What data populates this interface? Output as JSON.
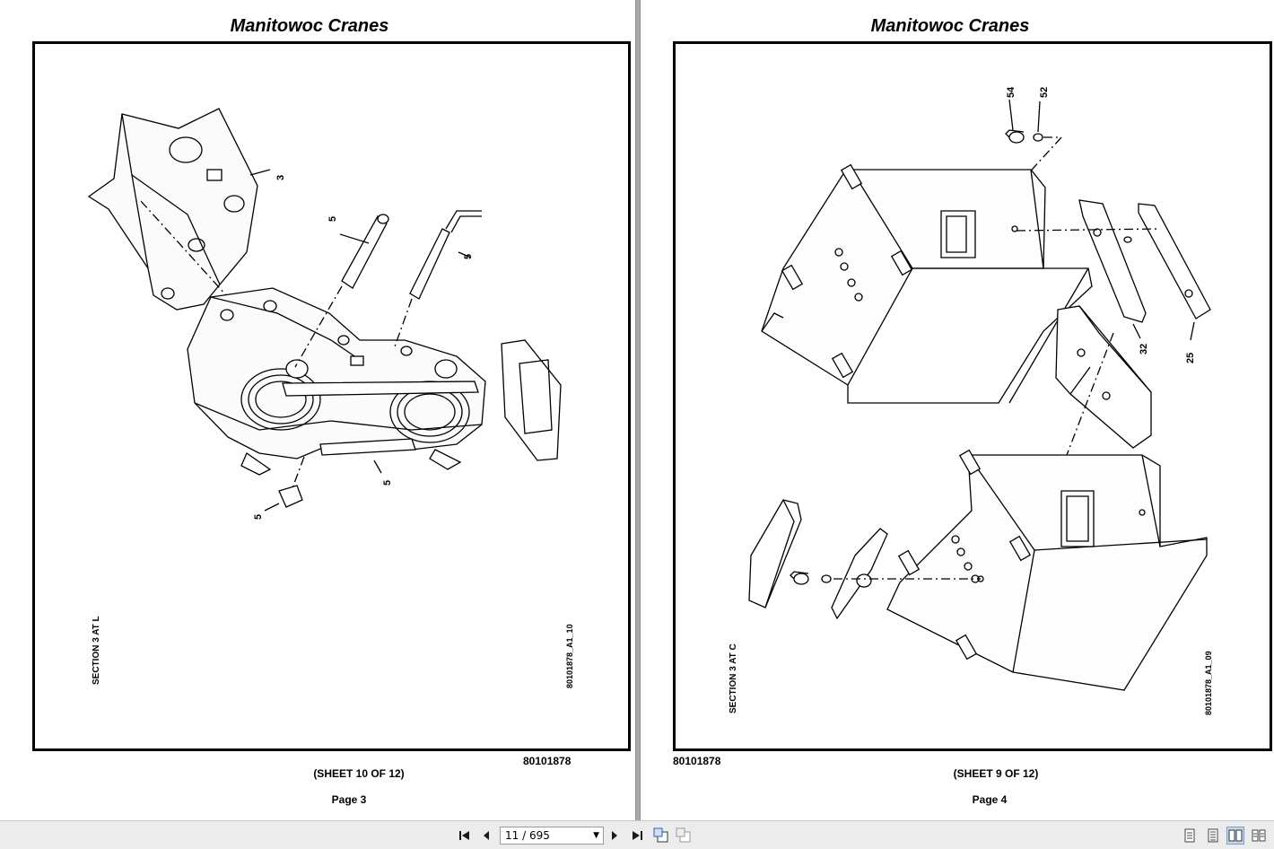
{
  "left_page": {
    "title": "Manitowoc Cranes",
    "section_label": "SECTION 3 AT L",
    "drawing_id": "80101878_A1_10",
    "doc_number": "80101878",
    "sheet": "(SHEET 10 OF 12)",
    "page": "Page 3",
    "callouts": [
      "3",
      "5",
      "5",
      "5",
      "5"
    ]
  },
  "right_page": {
    "title": "Manitowoc Cranes",
    "section_label": "SECTION 3 AT C",
    "drawing_id": "80101878_A1_09",
    "doc_number": "80101878",
    "sheet": "(SHEET 9 OF 12)",
    "page": "Page 4",
    "callouts": [
      "54",
      "52",
      "32",
      "25"
    ]
  },
  "toolbar": {
    "page_indicator": "11 / 695",
    "first_icon": "first-page-icon",
    "prev_icon": "previous-page-icon",
    "next_icon": "next-page-icon",
    "last_icon": "last-page-icon",
    "icons": [
      "fit-page-icon",
      "fit-width-icon",
      "single-page-view-icon",
      "continuous-view-icon",
      "two-page-view-icon",
      "two-page-continuous-view-icon"
    ]
  }
}
